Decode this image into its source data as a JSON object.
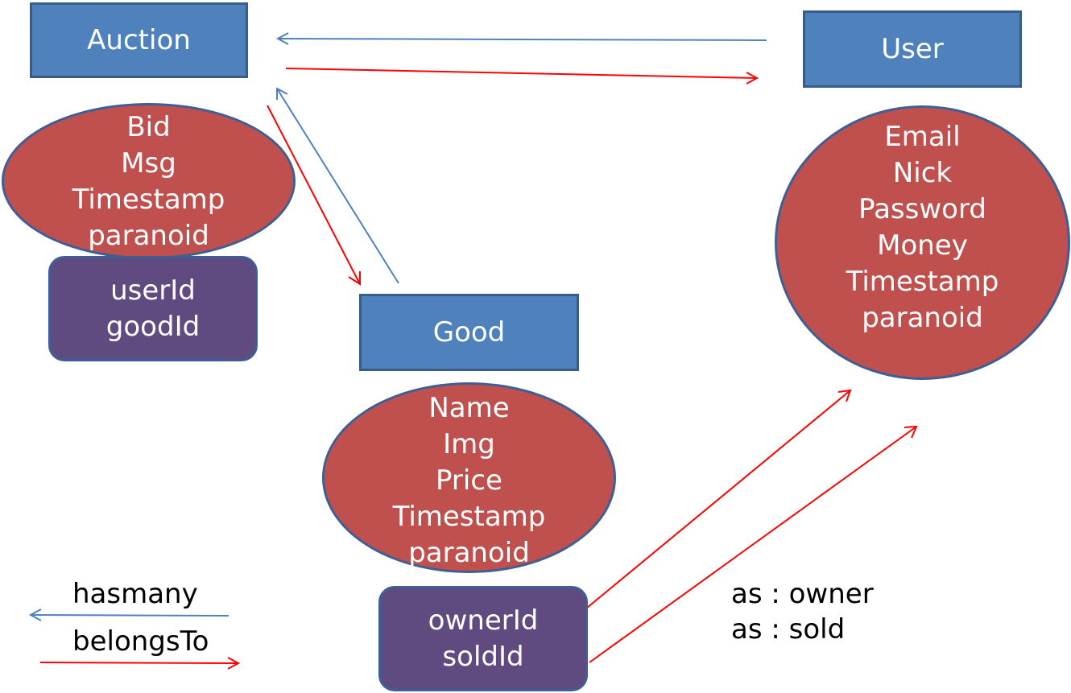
{
  "entities": {
    "auction": {
      "name": "Auction",
      "attributes": [
        "Bid",
        "Msg",
        "Timestamp",
        "paranoid"
      ],
      "foreign_keys": [
        "userId",
        "goodId"
      ]
    },
    "user": {
      "name": "User",
      "attributes": [
        "Email",
        "Nick",
        "Password",
        "Money",
        "Timestamp",
        "paranoid"
      ]
    },
    "good": {
      "name": "Good",
      "attributes": [
        "Name",
        "Img",
        "Price",
        "Timestamp",
        "paranoid"
      ],
      "foreign_keys": [
        "ownerId",
        "soldId"
      ]
    }
  },
  "relations": [
    {
      "from": "User",
      "to": "Auction",
      "type": "hasmany"
    },
    {
      "from": "Auction",
      "to": "User",
      "type": "belongsTo"
    },
    {
      "from": "Auction",
      "to": "Good",
      "type": "belongsTo"
    },
    {
      "from": "Good",
      "to": "Auction",
      "type": "hasmany"
    },
    {
      "from": "ownerId",
      "to": "User",
      "type": "belongsTo"
    },
    {
      "from": "soldId",
      "to": "User",
      "type": "belongsTo"
    }
  ],
  "aliases": [
    "as : owner",
    "as : sold"
  ],
  "legend": {
    "hasmany": "hasmany",
    "belongsTo": "belongsTo"
  },
  "colors": {
    "entity_fill": "#4f81bd",
    "attribute_fill": "#c0504d",
    "foreign_key_fill": "#5f4b7f",
    "hasmany_arrow": "#4f81bd",
    "belongsTo_arrow": "#ff0000"
  }
}
